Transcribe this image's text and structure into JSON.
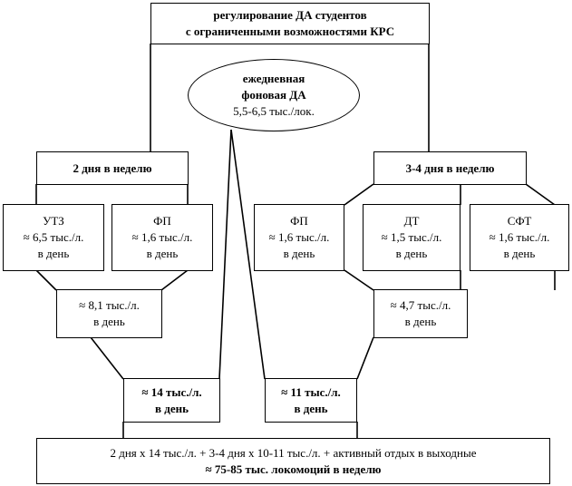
{
  "top": {
    "line1": "регулирование ДА студентов",
    "line2": "с ограниченными возможностями КРС"
  },
  "daily": {
    "line1": "ежедневная",
    "line2": "фоновая ДА",
    "line3": "5,5-6,5 тыс./лок."
  },
  "left_group": {
    "label": "2 дня в неделю"
  },
  "right_group": {
    "label": "3-4 дня в неделю"
  },
  "utz": {
    "name": "УТЗ",
    "value": "≈ 6,5 тыс./л.",
    "unit": "в день"
  },
  "fp_left": {
    "name": "ФП",
    "value": "≈ 1,6 тыс./л.",
    "unit": "в день"
  },
  "fp_right": {
    "name": "ФП",
    "value": "≈ 1,6 тыс./л.",
    "unit": "в день"
  },
  "dt": {
    "name": "ДТ",
    "value": "≈ 1,5 тыс./л.",
    "unit": "в день"
  },
  "sft": {
    "name": "СФТ",
    "value": "≈ 1,6 тыс./л.",
    "unit": "в день"
  },
  "left_sum": {
    "value": "≈ 8,1 тыс./л.",
    "unit": "в день"
  },
  "right_sum": {
    "value": "≈ 4,7 тыс./л.",
    "unit": "в день"
  },
  "left_total": {
    "value": "≈ 14 тыс./л.",
    "unit": "в день"
  },
  "right_total": {
    "value": "≈ 11 тыс./л.",
    "unit": "в день"
  },
  "bottom": {
    "line1": "2 дня х 14 тыс./л. + 3-4 дня х 10-11 тыс./л. + активный отдых в выходные",
    "line2": "≈ 75-85 тыс. локомоций в неделю"
  }
}
